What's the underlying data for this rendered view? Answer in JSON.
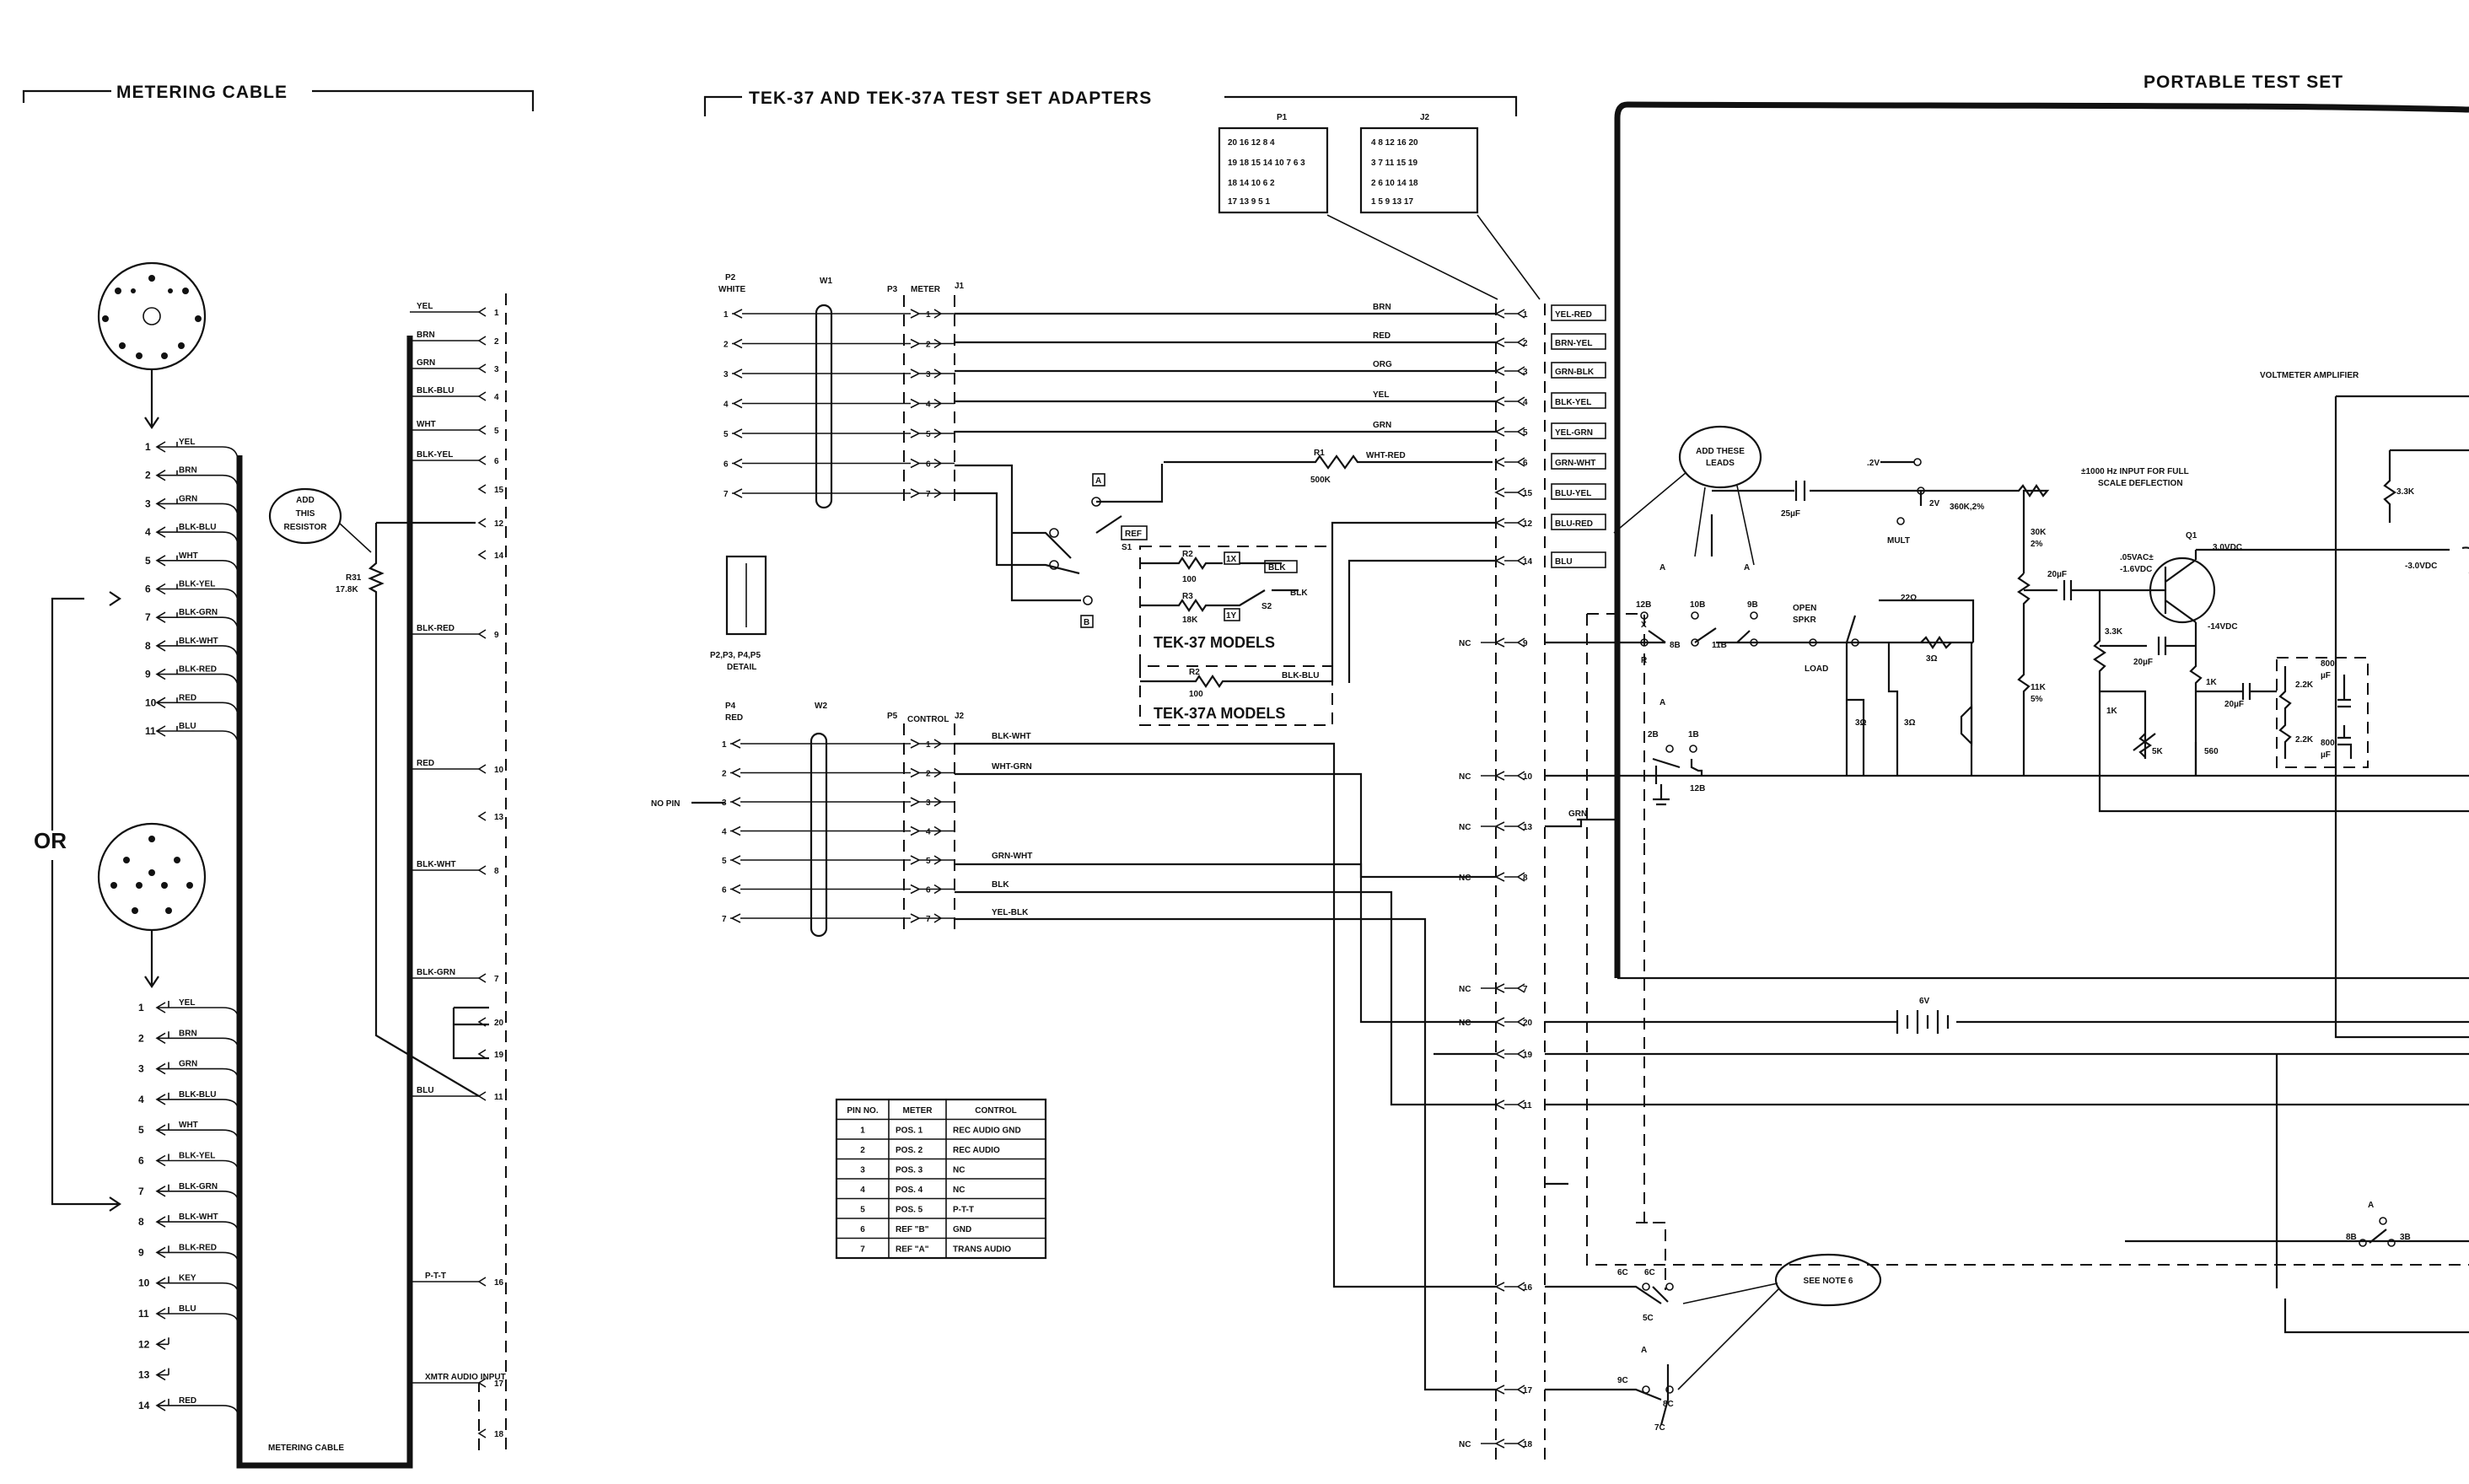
{
  "headers": {
    "metering_cable": "METERING CABLE",
    "adapters": "TEK-37 AND TEK-37A TEST SET ADAPTERS",
    "portable": "PORTABLE TEST SET"
  },
  "metering_cable": {
    "upper_pins": [
      "1",
      "2",
      "3",
      "4",
      "5",
      "6",
      "7",
      "8",
      "9",
      "10",
      "11"
    ],
    "upper_wires": [
      "YEL",
      "BRN",
      "GRN",
      "BLK-BLU",
      "WHT",
      "BLK-YEL",
      "BLK-GRN",
      "BLK-WHT",
      "BLK-RED",
      "RED",
      "BLU"
    ],
    "lower_pins": [
      "1",
      "2",
      "3",
      "4",
      "5",
      "6",
      "7",
      "8",
      "9",
      "10",
      "11",
      "12",
      "13",
      "14"
    ],
    "lower_wires": [
      "YEL",
      "BRN",
      "GRN",
      "BLK-BLU",
      "WHT",
      "BLK-YEL",
      "BLK-GRN",
      "BLK-WHT",
      "BLK-RED",
      "KEY",
      "BLU",
      "",
      "",
      "RED"
    ],
    "or_label": "OR",
    "cable_label": "METERING CABLE",
    "add_resistor": [
      "ADD",
      "THIS",
      "RESISTOR"
    ],
    "r31": [
      "R31",
      "17.8K"
    ]
  },
  "connector_j": {
    "pins": [
      {
        "pin": "1",
        "wire": "YEL"
      },
      {
        "pin": "2",
        "wire": "BRN"
      },
      {
        "pin": "3",
        "wire": "GRN"
      },
      {
        "pin": "4",
        "wire": "BLK-BLU"
      },
      {
        "pin": "5",
        "wire": "WHT"
      },
      {
        "pin": "6",
        "wire": "BLK-YEL"
      },
      {
        "pin": "15",
        "wire": ""
      },
      {
        "pin": "12",
        "wire": ""
      },
      {
        "pin": "14",
        "wire": ""
      },
      {
        "pin": "9",
        "wire": "BLK-RED"
      },
      {
        "pin": "10",
        "wire": "RED"
      },
      {
        "pin": "13",
        "wire": ""
      },
      {
        "pin": "8",
        "wire": "BLK-WHT"
      },
      {
        "pin": "7",
        "wire": "BLK-GRN"
      },
      {
        "pin": "20",
        "wire": ""
      },
      {
        "pin": "19",
        "wire": ""
      },
      {
        "pin": "11",
        "wire": "BLU"
      },
      {
        "pin": "16",
        "wire": "P-T-T"
      },
      {
        "pin": "17",
        "wire": "XMTR AUDIO INPUT"
      },
      {
        "pin": "18",
        "wire": ""
      }
    ]
  },
  "adapters": {
    "p2_label": [
      "P2",
      "WHITE"
    ],
    "w1_label": "W1",
    "p3_label": "P3",
    "meter_label": "METER",
    "j1_label": "J1",
    "p4_label": [
      "P4",
      "RED"
    ],
    "w2_label": "W2",
    "p5_label": "P5",
    "control_label": "CONTROL",
    "j2_label": "J2",
    "no_pin": "NO PIN",
    "detail_label": [
      "P2,P3, P4,P5",
      "DETAIL"
    ],
    "meter_wires": [
      "BRN",
      "RED",
      "ORG",
      "YEL",
      "GRN",
      "WHT-RED"
    ],
    "r1": [
      "R1",
      "500K"
    ],
    "control_wires": [
      "BLK-WHT",
      "WHT-GRN",
      "GRN-WHT",
      "BLK",
      "YEL-BLK"
    ],
    "p1_box": {
      "title": "P1",
      "rows": [
        "20 16 12 8 4",
        "19 18 15 14 10 7 6 3",
        "18 14 10 6 2",
        "17 13 9 5 1"
      ]
    },
    "j2_box": {
      "title": "J2",
      "rows": [
        "4 8 12 16 20",
        "3 7 11 15 19",
        "2 6 10 14 18",
        "1 5 9 13 17"
      ]
    },
    "switch": {
      "s1": "S1",
      "s2": "S2",
      "ref": "REF",
      "a": "A",
      "b": "B",
      "r2": [
        "R2",
        "100"
      ],
      "r3": [
        "R3",
        "18K"
      ],
      "blk": "BLK",
      "blk_blu": "BLK-BLU",
      "tags": [
        "1X",
        "BLK",
        "1Y"
      ]
    },
    "tek37": "TEK-37 MODELS",
    "tek37a": "TEK-37A MODELS",
    "r2b": [
      "R2",
      "100"
    ]
  },
  "pin_table": {
    "headers": [
      "PIN NO.",
      "METER",
      "CONTROL"
    ],
    "rows": [
      [
        "1",
        "POS. 1",
        "REC AUDIO GND"
      ],
      [
        "2",
        "POS. 2",
        "REC AUDIO"
      ],
      [
        "3",
        "POS. 3",
        "NC"
      ],
      [
        "4",
        "POS. 4",
        "NC"
      ],
      [
        "5",
        "POS. 5",
        "P-T-T"
      ],
      [
        "6",
        "REF \"B\"",
        "GND"
      ],
      [
        "7",
        "REF \"A\"",
        "TRANS AUDIO"
      ]
    ]
  },
  "test_set": {
    "pins": [
      {
        "pin": "1",
        "wire": "YEL-RED"
      },
      {
        "pin": "2",
        "wire": "BRN-YEL"
      },
      {
        "pin": "3",
        "wire": "GRN-BLK"
      },
      {
        "pin": "4",
        "wire": "BLK-YEL"
      },
      {
        "pin": "5",
        "wire": "YEL-GRN"
      },
      {
        "pin": "6",
        "wire": "GRN-WHT"
      },
      {
        "pin": "15",
        "wire": "BLU-YEL"
      },
      {
        "pin": "12",
        "wire": "BLU-RED"
      },
      {
        "pin": "14",
        "wire": "BLU"
      },
      {
        "pin": "9",
        "wire": "NC"
      },
      {
        "pin": "10",
        "wire": "NC"
      },
      {
        "pin": "13",
        "wire": "NC"
      },
      {
        "pin": "8",
        "wire": "NC"
      },
      {
        "pin": "7",
        "wire": "NC"
      },
      {
        "pin": "20",
        "wire": "NC"
      },
      {
        "pin": "19",
        "wire": ""
      },
      {
        "pin": "11",
        "wire": ""
      },
      {
        "pin": "16",
        "wire": ""
      },
      {
        "pin": "17",
        "wire": ""
      },
      {
        "pin": "18",
        "wire": "NC"
      }
    ],
    "grn_label": "GRN",
    "add_leads": [
      "ADD THESE",
      "LEADS"
    ],
    "see_note": "SEE NOTE 6",
    "voltmeter_amp": "VOLTMETER AMPLIFIER",
    "input_note": [
      "±1000 Hz INPUT FOR FULL",
      "SCALE DEFLECTION"
    ],
    "v2": ".2V",
    "v2b": "2V",
    "r360k": "360K,2%",
    "r30k": [
      "30K",
      "2%"
    ],
    "mult": "MULT",
    "cap25": "25µF",
    "open_spkr": [
      "OPEN",
      "SPKR"
    ],
    "load": "LOAD",
    "r22": "22Ω",
    "r3a": "3Ω",
    "r3b": "3Ω",
    "r3c": "3Ω",
    "r11k": [
      "11K",
      "5%"
    ],
    "vac": [
      ".05VAC±",
      "-1.6VDC"
    ],
    "q1": "Q1",
    "v3": "3.0VDC",
    "v3neg": "-3.0VDC",
    "v14": "-14VDC",
    "r33k": "3.3K",
    "r33k_b": "3.3K",
    "cap20a": "20µF",
    "cap20b": "20µF",
    "cap20c": "20µF",
    "r1k": "1K",
    "r1k_b": "1K",
    "r5k": "5K",
    "r560": "560",
    "r22k_a": "2.2K",
    "r22k_b": "2.2K",
    "cap800a": [
      "800",
      "µF"
    ],
    "cap800b": [
      "800",
      "µF"
    ],
    "battery": "6V",
    "sw_labels": {
      "a1": "A",
      "a2": "A",
      "a3": "A",
      "a4": "A",
      "p12b": "12B",
      "p10b": "10B",
      "p11b": "11B",
      "p9b": "9B",
      "p8b": "8B",
      "p2b": "2B",
      "p1b": "1B",
      "p12b2": "12B",
      "p6c": "6C",
      "p6c2": "6C",
      "p5c": "5C",
      "p9c": "9C",
      "p8c": "8C",
      "p7c": "7C",
      "x": "X",
      "r": "R",
      "pa": "A",
      "p8b2": "8B",
      "p3b": "3B"
    }
  }
}
